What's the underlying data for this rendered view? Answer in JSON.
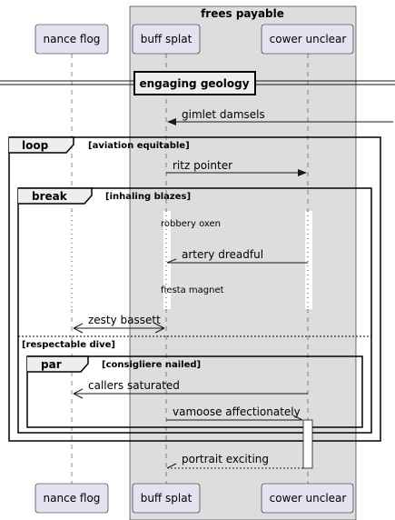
{
  "box": {
    "label": "frees payable"
  },
  "participants": [
    {
      "id": "nance",
      "label": "nance flog"
    },
    {
      "id": "buff",
      "label": "buff splat"
    },
    {
      "id": "cower",
      "label": "cower unclear"
    }
  ],
  "divider": {
    "label": "engaging geology"
  },
  "messages": [
    {
      "id": "m1",
      "label": "gimlet damsels"
    },
    {
      "id": "m2",
      "label": "ritz pointer"
    },
    {
      "id": "m3",
      "label": "artery dreadful"
    },
    {
      "id": "m4",
      "label": "zesty bassett"
    },
    {
      "id": "m5",
      "label": "callers saturated"
    },
    {
      "id": "m6",
      "label": "vamoose affectionately"
    },
    {
      "id": "m7",
      "label": "portrait exciting"
    }
  ],
  "notes": [
    {
      "id": "delay1",
      "label": "robbery oxen"
    },
    {
      "id": "delay2",
      "label": "fiesta magnet"
    }
  ],
  "fragments": {
    "loop": {
      "keyword": "loop",
      "guard": "[aviation equitable]"
    },
    "break": {
      "keyword": "break",
      "guard": "[inhaling blazes]",
      "else_guard": "[respectable dive]"
    },
    "par": {
      "keyword": "par",
      "guard": "[consigliere nailed]"
    }
  },
  "colors": {
    "participant_fill": "#e2e2f0",
    "participant_border": "#181818",
    "box_fill": "#dddddd",
    "lifeline": "#181818"
  }
}
